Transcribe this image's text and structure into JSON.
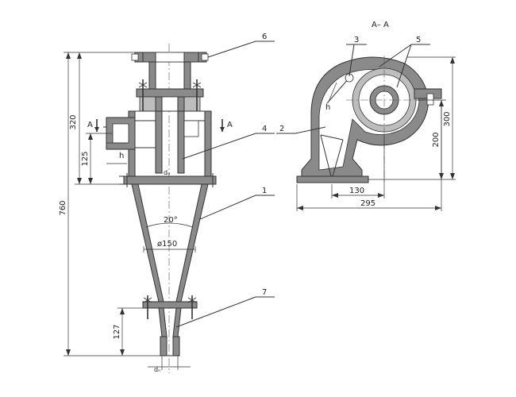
{
  "section_title": "A– A",
  "callouts": {
    "c1": "1",
    "c2": "2",
    "c3": "3",
    "c4": "4",
    "c5": "5",
    "c6": "6",
    "c7": "7"
  },
  "dimensions": {
    "total_height": "760",
    "upper_height": "320",
    "inlet_height": "125",
    "underflow_height": "127",
    "cone_angle": "20°",
    "cone_diameter": "ø150",
    "width_130": "130",
    "width_295": "295",
    "height_300": "300",
    "height_200": "200"
  },
  "symbols": {
    "inlet_h_left": "h",
    "inlet_h_right": "h",
    "section_mark_left": "A",
    "section_mark_right": "A",
    "overflow_d": "dₒ",
    "underflow_d": "dₙ"
  }
}
